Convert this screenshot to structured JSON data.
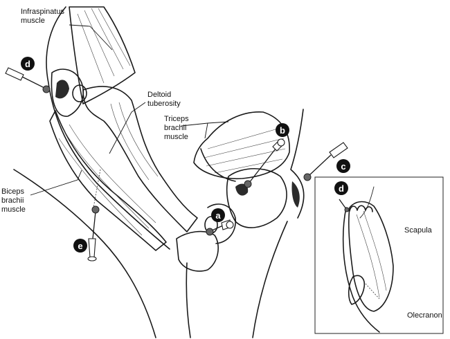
{
  "labels": {
    "infraspinatus": [
      "Infraspinatus",
      "muscle"
    ],
    "deltoid": [
      "Deltoid",
      "tuberosity"
    ],
    "triceps": [
      "Triceps",
      "brachii",
      "muscle"
    ],
    "biceps": [
      "Biceps",
      "brachii",
      "muscle"
    ],
    "scapula": "Scapula",
    "olecranon": "Olecranon"
  },
  "markers": {
    "a": "a",
    "b": "b",
    "c": "c",
    "d": "d",
    "e": "e",
    "d_inset": "d"
  }
}
